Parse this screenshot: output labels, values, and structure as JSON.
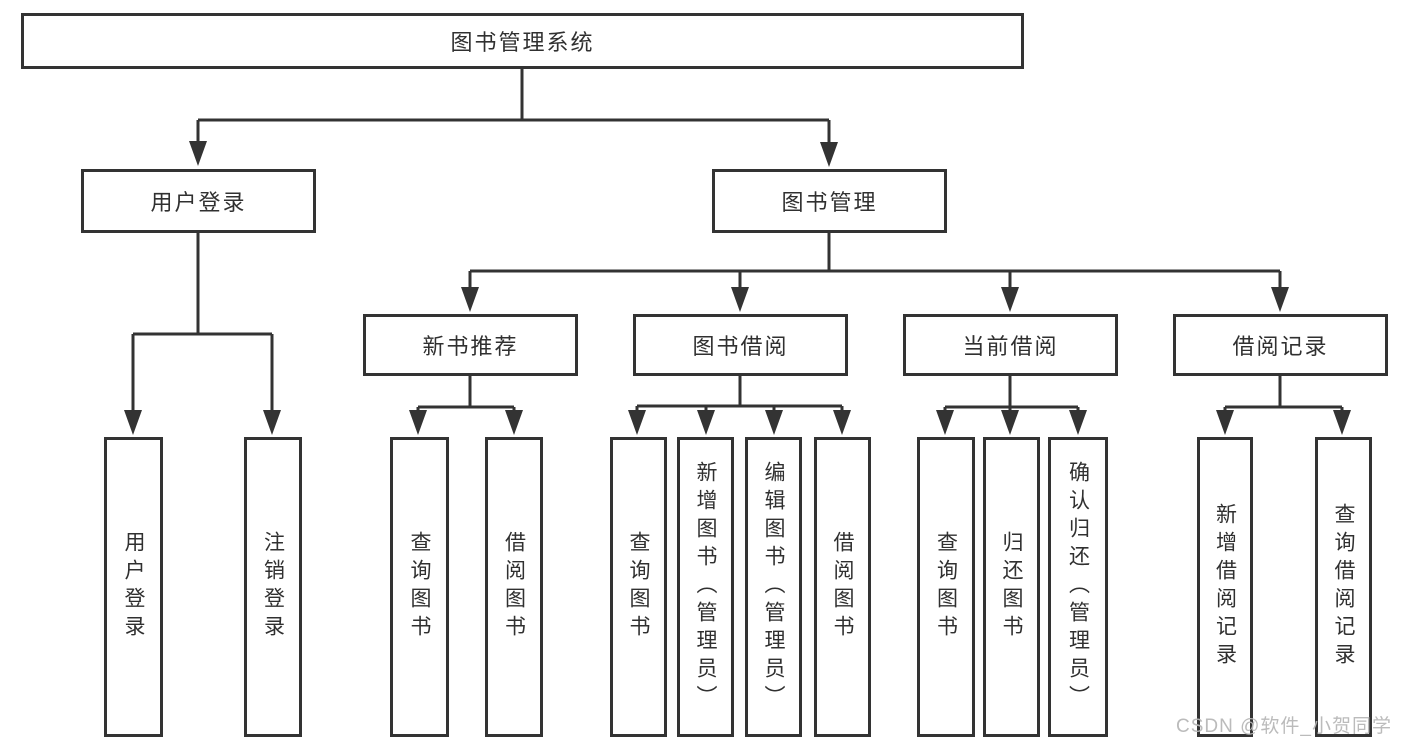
{
  "tree": {
    "label": "图书管理系统",
    "children": [
      {
        "label": "用户登录",
        "children": [
          {
            "label": "用户登录"
          },
          {
            "label": "注销登录"
          }
        ]
      },
      {
        "label": "图书管理",
        "children": [
          {
            "label": "新书推荐",
            "children": [
              {
                "label": "查询图书"
              },
              {
                "label": "借阅图书"
              }
            ]
          },
          {
            "label": "图书借阅",
            "children": [
              {
                "label": "查询图书"
              },
              {
                "label": "新增图书（管理员）"
              },
              {
                "label": "编辑图书（管理员）"
              },
              {
                "label": "借阅图书"
              }
            ]
          },
          {
            "label": "当前借阅",
            "children": [
              {
                "label": "查询图书"
              },
              {
                "label": "归还图书"
              },
              {
                "label": "确认归还（管理员）"
              }
            ]
          },
          {
            "label": "借阅记录",
            "children": [
              {
                "label": "新增借阅记录"
              },
              {
                "label": "查询借阅记录"
              }
            ]
          }
        ]
      }
    ]
  },
  "watermark": "CSDN @软件_小贺同学",
  "colors": {
    "line": "#333333",
    "box_border": "#333333",
    "text": "#303030",
    "watermark": "#b7b7b7"
  }
}
